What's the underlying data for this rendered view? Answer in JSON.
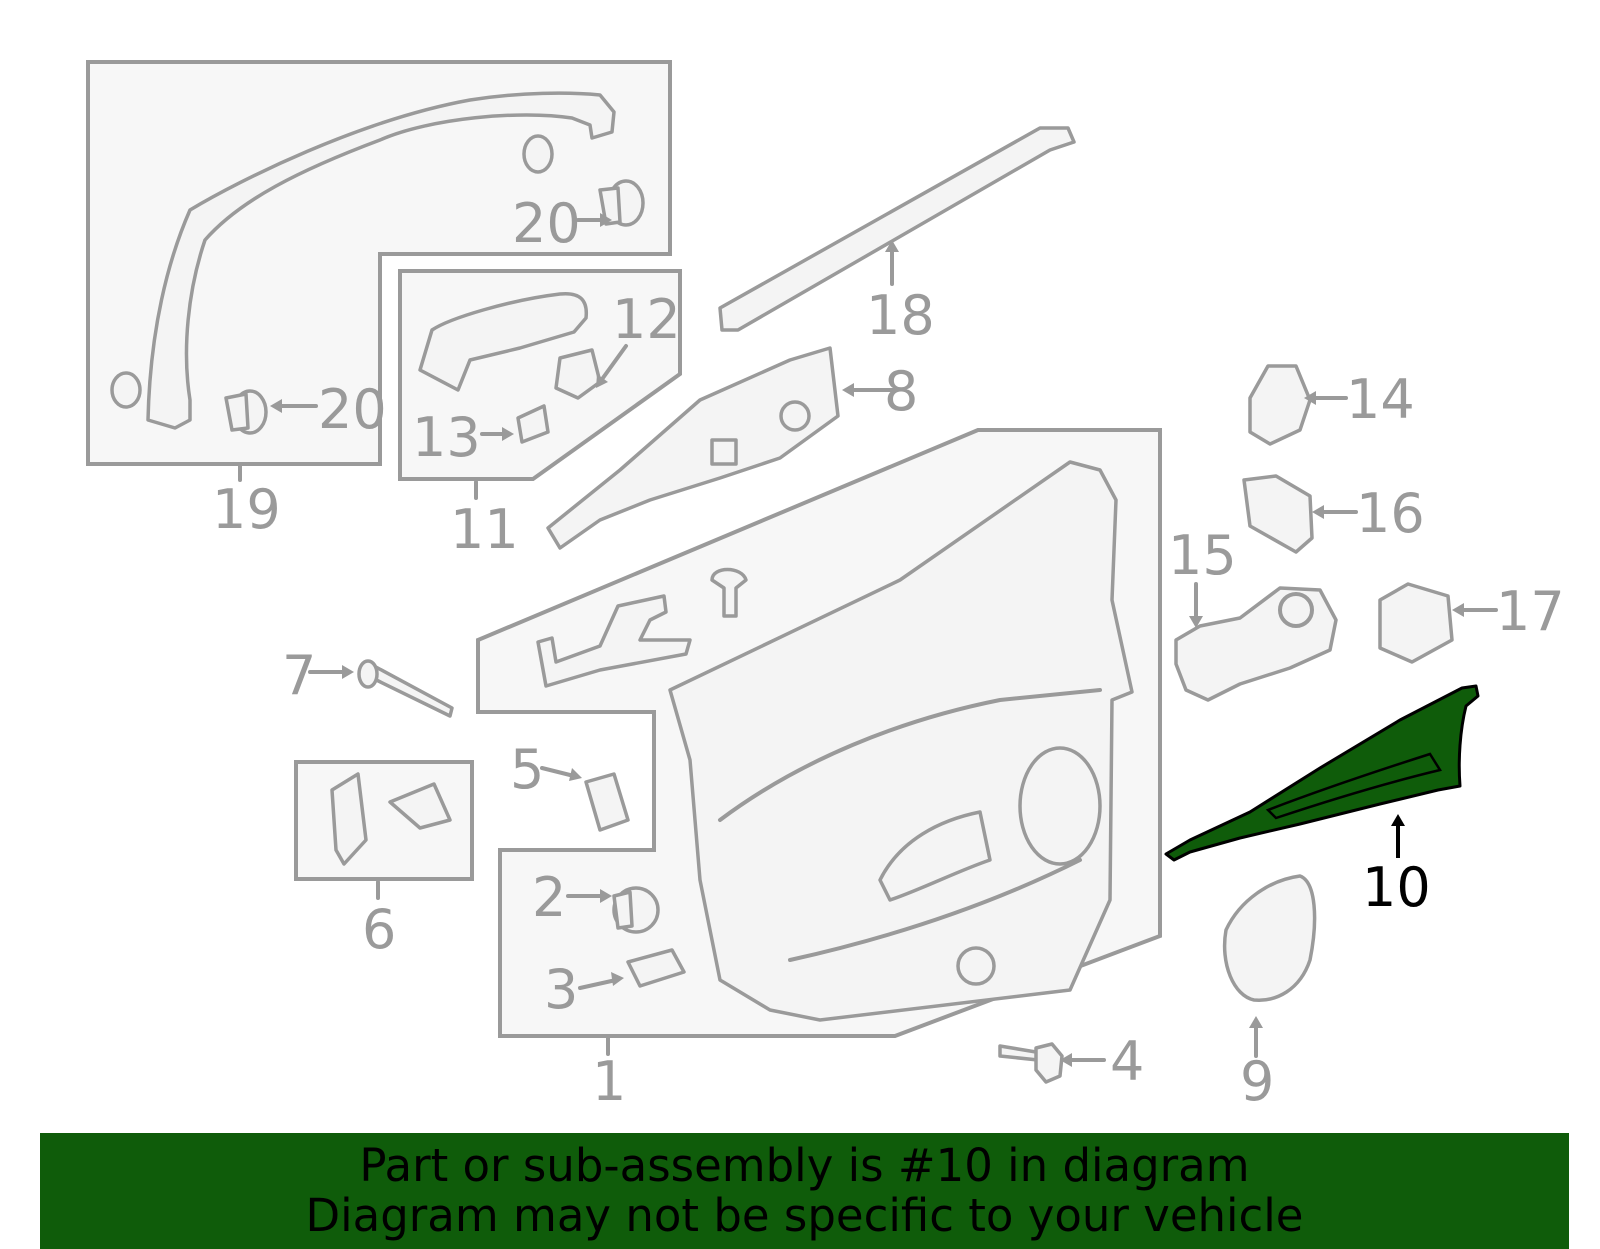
{
  "banner": {
    "line1": "Part or sub-assembly is #10 in diagram",
    "line2": "Diagram may not be specific to your vehicle",
    "background": "#0f5c0a"
  },
  "highlight_color": "#0f5c0a",
  "callouts": {
    "c1": "1",
    "c2": "2",
    "c3": "3",
    "c4": "4",
    "c5": "5",
    "c6": "6",
    "c7": "7",
    "c8": "8",
    "c9": "9",
    "c10": "10",
    "c11": "11",
    "c12": "12",
    "c13": "13",
    "c14": "14",
    "c15": "15",
    "c16": "16",
    "c17": "17",
    "c18": "18",
    "c19": "19",
    "c20a": "20",
    "c20b": "20"
  }
}
